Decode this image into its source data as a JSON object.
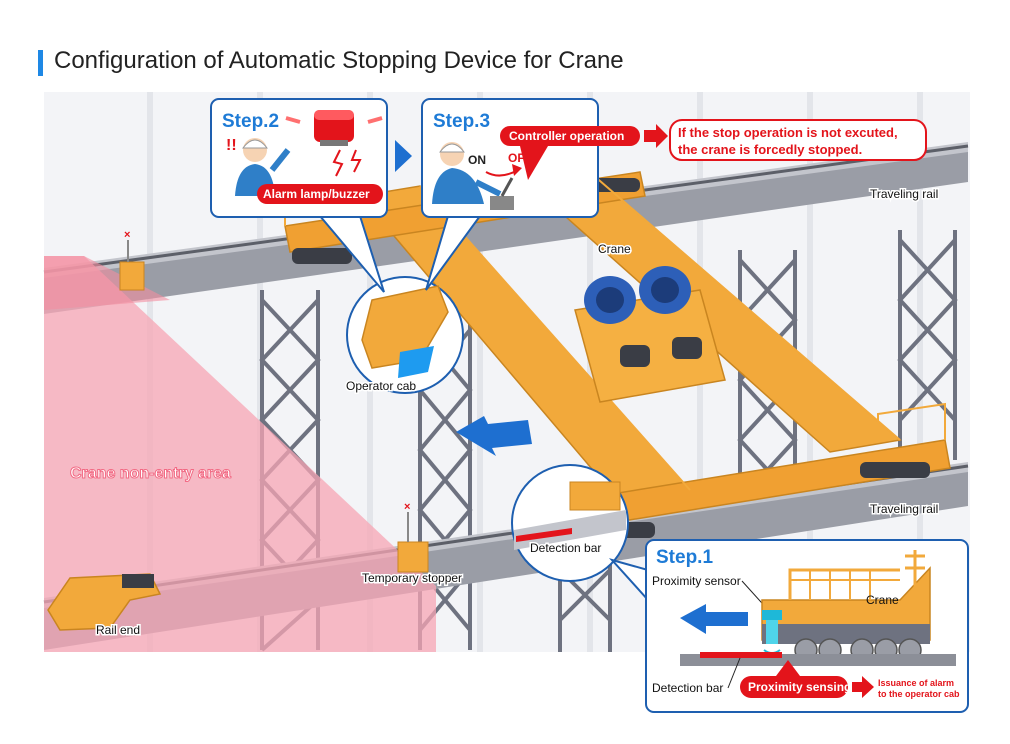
{
  "title": "Configuration of Automatic Stopping Device for Crane",
  "colors": {
    "accent_blue": "#1e88e5",
    "crane_yellow": "#f2a93b",
    "steel_gray": "#8c8f98",
    "non_entry_pink": "#f7a6b4",
    "alert_red": "#e3141b"
  },
  "labels": {
    "traveling_rail_top": "Traveling rail",
    "traveling_rail_bottom": "Traveling rail",
    "crane": "Crane",
    "operator_cab": "Operator cab",
    "detection_bar": "Detection bar",
    "temporary_stopper": "Temporary stopper",
    "rail_end": "Rail end",
    "non_entry_area": "Crane non-entry area"
  },
  "step2": {
    "title": "Step.2",
    "alarm_label": "Alarm lamp/buzzer"
  },
  "step3": {
    "title": "Step.3",
    "on_label": "ON",
    "off_label": "OFF",
    "controller_label": "Controller operation",
    "forced_stop_line1": "If the stop operation is not excuted,",
    "forced_stop_line2": "the crane is  forcedly stopped."
  },
  "step1": {
    "title": "Step.1",
    "proximity_sensor": "Proximity sensor",
    "crane": "Crane",
    "detection_bar": "Detection bar",
    "proximity_sensing": "Proximity sensing",
    "alarm_issue_line1": "Issuance of alarm",
    "alarm_issue_line2": "to the operator cab"
  }
}
